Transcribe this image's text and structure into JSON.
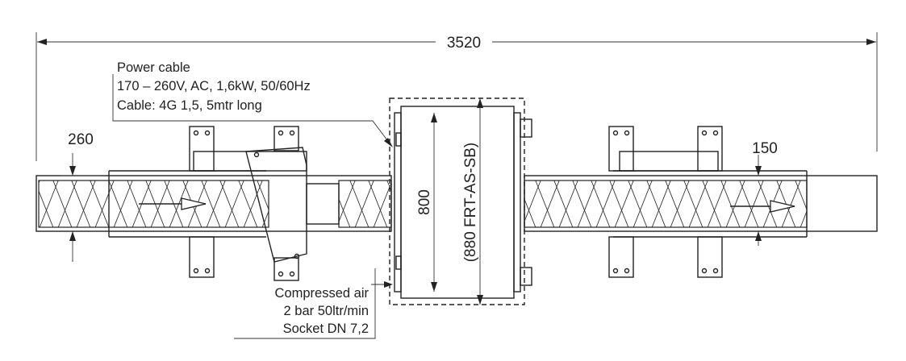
{
  "dimensions": {
    "overall_length": "3520",
    "belt_height_left": "260",
    "belt_height_right": "150",
    "width": "800",
    "width_alt": "(880 FRT-AS-SB)"
  },
  "annotations": {
    "power": {
      "title": "Power cable",
      "spec": "170 – 260V, AC, 1,6kW, 50/60Hz",
      "cable": "Cable: 4G 1,5, 5mtr long"
    },
    "air": {
      "title": "Compressed air",
      "spec": "2 bar 50ltr/min",
      "socket": "Socket DN 7,2"
    }
  }
}
